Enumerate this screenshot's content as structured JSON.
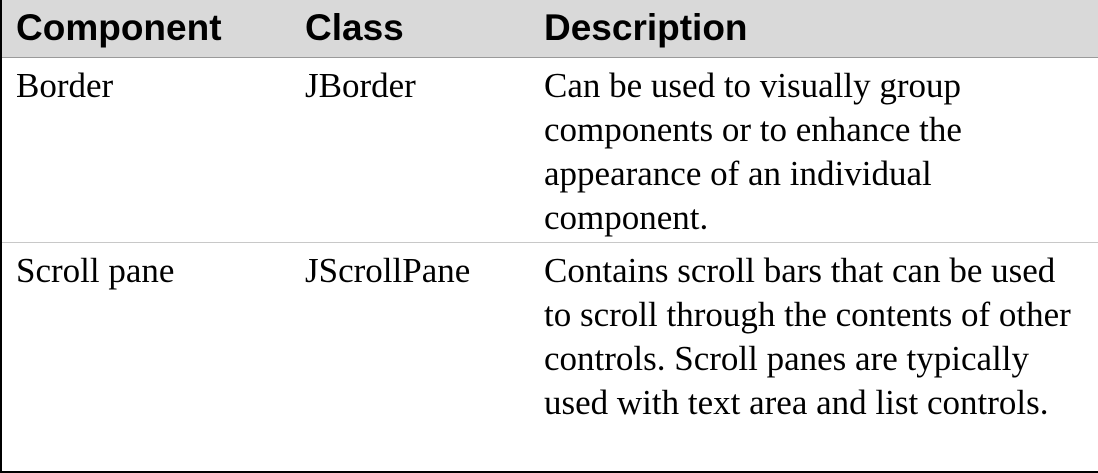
{
  "table": {
    "headers": [
      "Component",
      "Class",
      "Description"
    ],
    "rows": [
      {
        "component": "Border",
        "class": "JBorder",
        "description": "Can be used to visually group components or to enhance the appearance of an individual component."
      },
      {
        "component": "Scroll pane",
        "class": "JScrollPane",
        "description": "Contains scroll bars that can be used to scroll through the contents of other controls. Scroll panes are typically used with text area and list controls."
      }
    ]
  },
  "colors": {
    "header_background": "#d9d9d9",
    "border": "#000000",
    "text": "#000000"
  }
}
